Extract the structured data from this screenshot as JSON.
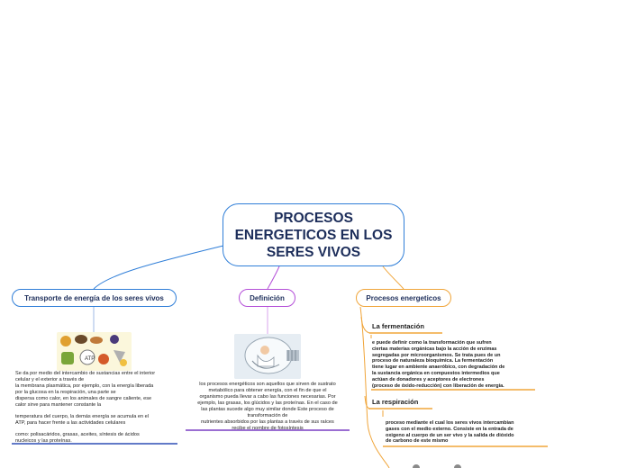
{
  "central": {
    "title": "PROCESOS ENERGETICOS EN LOS SERES VIVOS"
  },
  "branches": {
    "transporte": {
      "label": "Transporte de energía de los seres vivos",
      "color": "#2f7ed8",
      "lines": [
        "Se da por medio del intercambio de sustancias entre el interior",
        "celular y el exterior a través de",
        "la membrana plasmática, por ejemplo, con la energía liberada",
        "por la glucosa en la respiración, una parte se",
        "dispersa como calor, en los animales de sangre caliente, ese",
        "calor sirve para mantener constante la",
        "",
        "temperatura del cuerpo, la demás energía se acumula en el",
        "ATP, para hacer frente a las actividades celulares",
        "",
        "como: polisacáridos, grasas, aceites, síntesis de ácidos",
        "nucleicos y las proteínas."
      ]
    },
    "definicion": {
      "label": "Definición",
      "color": "#b44fd8",
      "lines": [
        "los procesos energéticos son aquellos que sirven de sustrato",
        "metabólico para obtener energía, con el fin de que el",
        "organismo pueda llevar a cabo las funciones necesarias. Por",
        "ejemplo, las grasas, los glúcidos y las proteínas. En el caso de",
        "las plantas sucede algo muy similar donde Este proceso de",
        "transformación de",
        "nutrientes absorbidos por las plantas a través de sus raíces",
        "recibe el nombre de fotosíntesis"
      ]
    },
    "procesos": {
      "label": "Procesos energeticos",
      "color": "#f0a53a",
      "fermentacion": {
        "title": "La fermentación",
        "lines": [
          "e puede definir como la transformación que sufren",
          "ciertas materias orgánicas bajo la acción de enzimas",
          "segregadas por microorganismos. Se trata pues de un",
          "proceso de naturaleza bioquímica. La fermentación",
          "tiene lugar en ambiente anaeróbico, con degradación de",
          "la sustancia orgánica en compuestos intermedios que",
          "actúan de donadores y aceptores de electrones",
          "(proceso de óxido-reducción) con liberación de energía."
        ]
      },
      "respiracion": {
        "title": "La respiración",
        "lines": [
          "proceso mediante el cual los seres vivos intercambian",
          "gases con el medio externo. Consiste en la entrada de",
          "oxigeno al cuerpo de un ser vivo y la salida de dióxido",
          "de carbono de este mismo"
        ]
      }
    }
  }
}
